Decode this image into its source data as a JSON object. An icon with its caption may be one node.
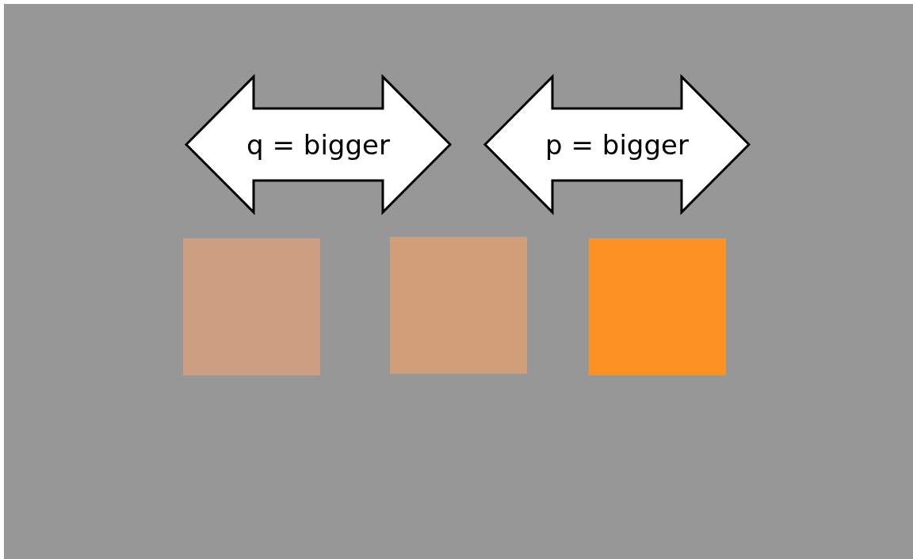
{
  "diagram": {
    "nodes": [
      {
        "text": [
          "q = bigger"
        ]
      },
      {
        "text": [
          "p = bigger"
        ]
      },
      {
        "text": [],
        "shape": "box"
      },
      {
        "text": [],
        "shape": "box"
      },
      {
        "text": [],
        "shape": "box"
      }
    ]
  }
}
